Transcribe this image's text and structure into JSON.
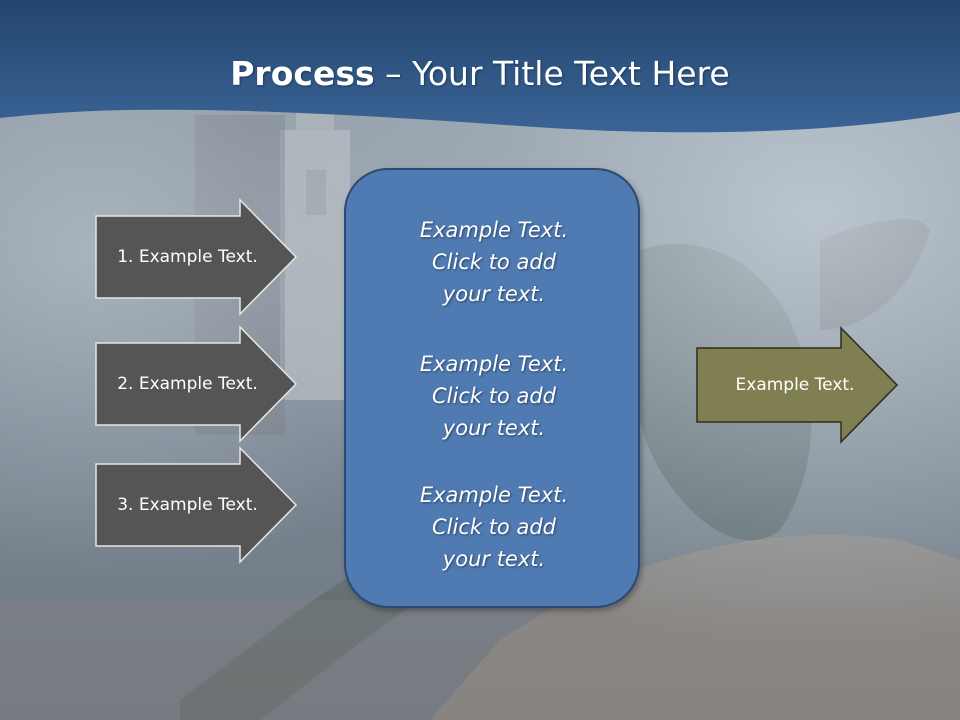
{
  "slide": {
    "title_bold": "Process",
    "title_rest": " – Your Title Text Here"
  },
  "inputs": [
    {
      "label": "1. Example Text."
    },
    {
      "label": "2. Example Text."
    },
    {
      "label": "3. Example Text."
    }
  ],
  "center": {
    "blocks": [
      {
        "line1": "Example Text.",
        "line2": "Click  to add",
        "line3": "your text."
      },
      {
        "line1": "Example Text.",
        "line2": "Click  to add",
        "line3": "your text."
      },
      {
        "line1": "Example Text.",
        "line2": "Click  to add",
        "line3": "your text."
      }
    ]
  },
  "output": {
    "label": "Example Text."
  },
  "colors": {
    "header": "#2f5a8c",
    "input_arrow": "#555555",
    "center_box": "#4f7ab2",
    "output_arrow": "#7f7f52"
  }
}
